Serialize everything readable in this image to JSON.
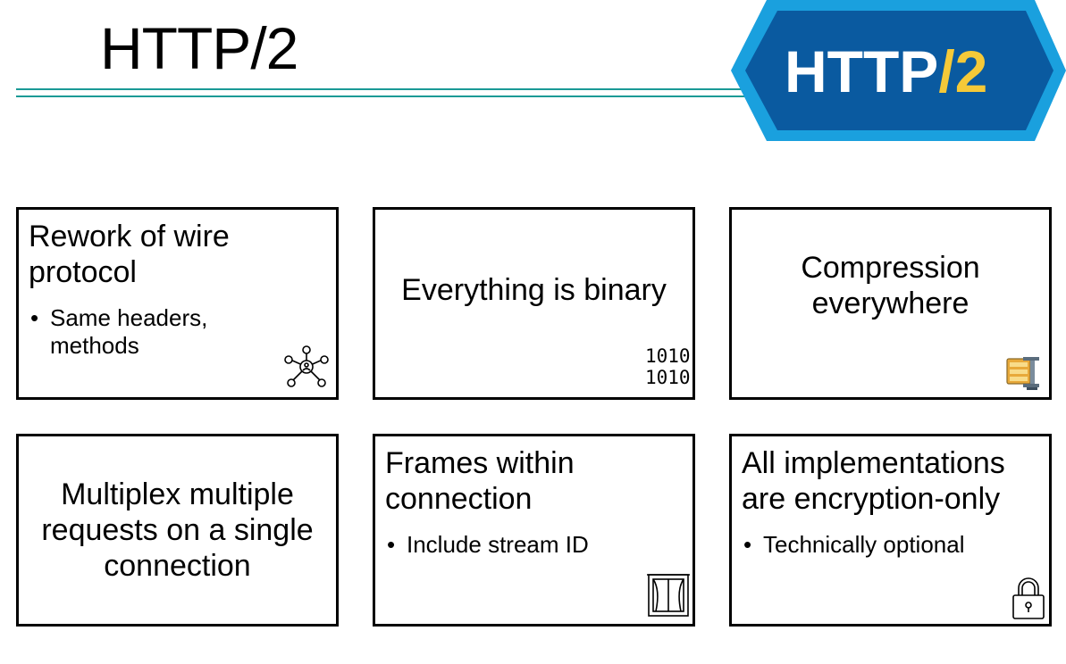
{
  "page": {
    "title": "HTTP/2"
  },
  "logo": {
    "text_main": "HTTP",
    "text_slash2": "/2",
    "bg_color": "#0a5aa0",
    "border_color": "#1aa0de",
    "accent_color": "#f5c938"
  },
  "cards": [
    {
      "heading": "Rework of wire protocol",
      "bullet": "Same headers, methods",
      "icon": "network-hub-icon"
    },
    {
      "heading": "Everything is binary",
      "icon": "binary-icon",
      "binary_lines": [
        "1010",
        "1010"
      ]
    },
    {
      "heading": "Compression everywhere",
      "icon": "compress-archive-icon"
    },
    {
      "heading": "Multiplex multiple requests on a single connection"
    },
    {
      "heading": "Frames within connection",
      "bullet": "Include stream ID",
      "icon": "window-frame-icon"
    },
    {
      "heading": "All implementations are encryption-only",
      "bullet": "Technically optional",
      "icon": "padlock-icon"
    }
  ]
}
